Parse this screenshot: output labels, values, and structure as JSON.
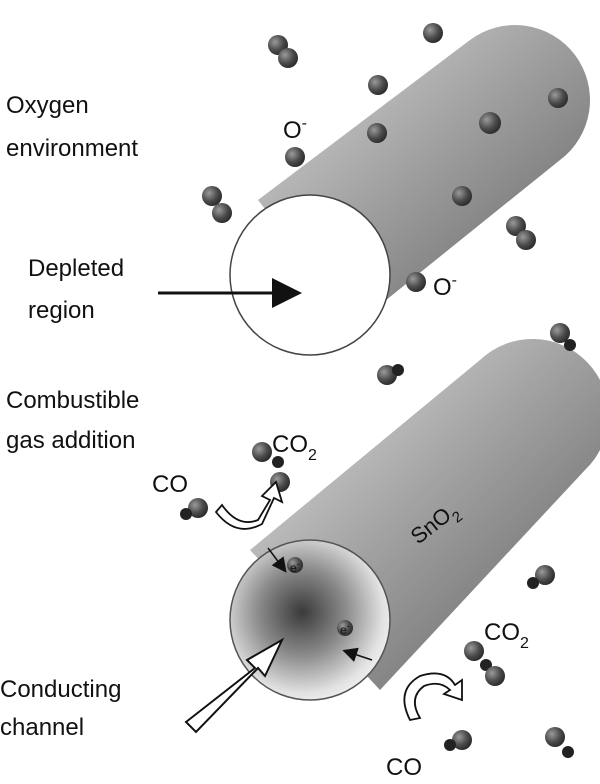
{
  "labels": {
    "oxygen_line1": "Oxygen",
    "oxygen_line2": "environment",
    "depleted_line1": "Depleted",
    "depleted_line2": "region",
    "combustible_line1": "Combustible",
    "combustible_line2": "gas addition",
    "conducting_line1": "Conducting",
    "conducting_line2": "channel",
    "o_minus_top": "O",
    "o_minus_side": "O",
    "minus_sign": "-",
    "co_left": "CO",
    "co2_left": "CO",
    "co_right": "CO",
    "co2_right": "CO",
    "subscript_2": "2",
    "sno2": "SnO",
    "electron_label": "e",
    "electron_charge": "-"
  },
  "colors": {
    "molecule": "#4a4a4a",
    "cylinder_dark": "#7a7a7a",
    "cylinder_light": "#d8d8d8",
    "arrow": "#111111"
  }
}
